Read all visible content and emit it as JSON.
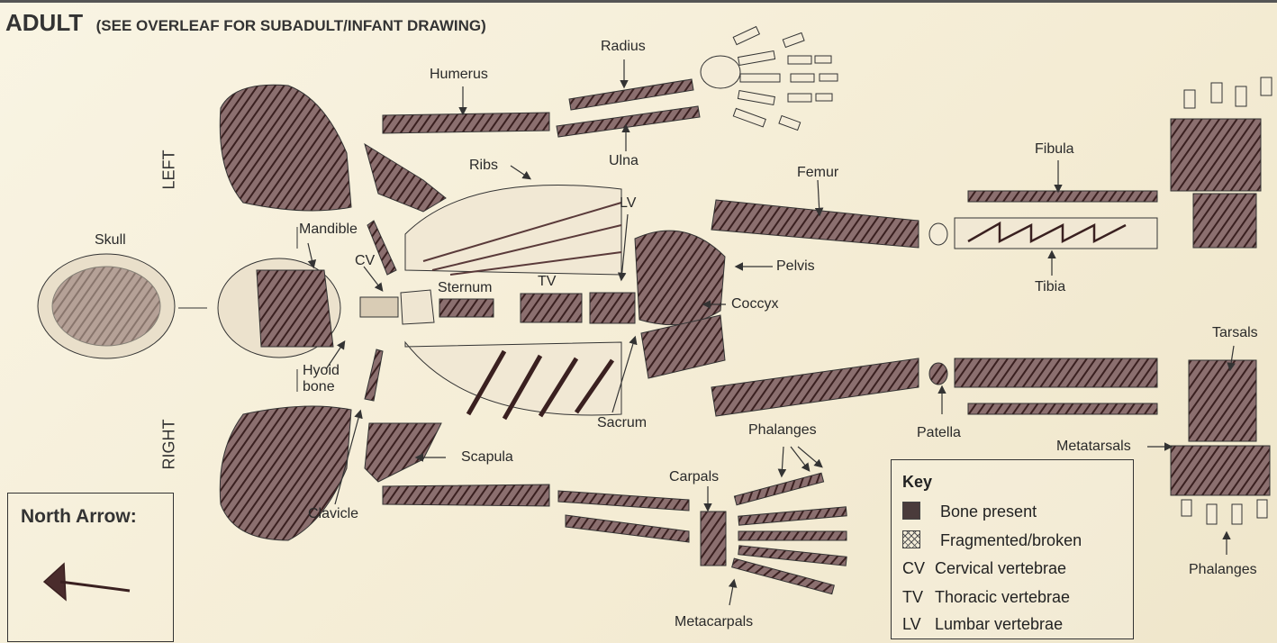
{
  "header": {
    "title": "ADULT",
    "subtitle": "(SEE OVERLEAF FOR SUBADULT/INFANT DRAWING)"
  },
  "sides": {
    "left": "LEFT",
    "right": "RIGHT"
  },
  "labels": {
    "skull": "Skull",
    "mandible": "Mandible",
    "hyoid": "Hyoid\nbone",
    "clavicle": "Clavicle",
    "scapula": "Scapula",
    "humerus": "Humerus",
    "radius": "Radius",
    "ulna": "Ulna",
    "ribs": "Ribs",
    "cv": "CV",
    "sternum": "Sternum",
    "tv": "TV",
    "lv": "LV",
    "sacrum": "Sacrum",
    "pelvis": "Pelvis",
    "coccyx": "Coccyx",
    "femur": "Femur",
    "fibula": "Fibula",
    "tibia": "Tibia",
    "patella": "Patella",
    "carpals": "Carpals",
    "metacarpals": "Metacarpals",
    "phalanges_hand": "Phalanges",
    "tarsals": "Tarsals",
    "metatarsals": "Metatarsals",
    "phalanges_foot": "Phalanges"
  },
  "key": {
    "title": "Key",
    "items": [
      {
        "swatch": "bone-present",
        "abbr": "",
        "text": "Bone present"
      },
      {
        "swatch": "fragmented",
        "abbr": "",
        "text": "Fragmented/broken"
      },
      {
        "swatch": "",
        "abbr": "CV",
        "text": "Cervical vertebrae"
      },
      {
        "swatch": "",
        "abbr": "TV",
        "text": "Thoracic vertebrae"
      },
      {
        "swatch": "",
        "abbr": "LV",
        "text": "Lumbar vertebrae"
      }
    ]
  },
  "north_arrow": {
    "title": "North Arrow:"
  },
  "colors": {
    "paper": "#f7f1df",
    "ink": "#4a2c2c",
    "outline": "#333333"
  }
}
